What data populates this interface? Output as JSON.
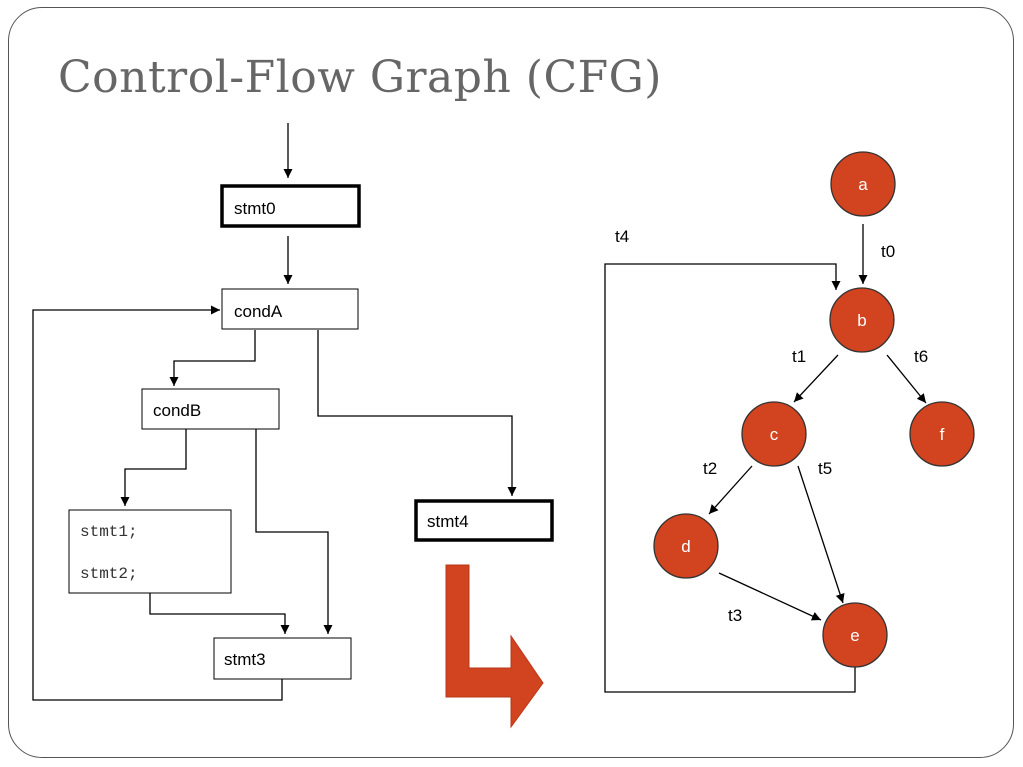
{
  "title": "Control-Flow Graph (CFG)",
  "colors": {
    "node_fill": "#D2431F",
    "big_arrow": "#D2431F",
    "node_stroke": "#333333",
    "title": "#666666"
  },
  "cfg": {
    "boxes": {
      "stmt0": "stmt0",
      "condA": "condA",
      "condB": "condB",
      "stmt1": "stmt1;",
      "stmt2": "stmt2;",
      "stmt3": "stmt3",
      "stmt4": "stmt4"
    }
  },
  "graph": {
    "nodes": {
      "a": "a",
      "b": "b",
      "c": "c",
      "d": "d",
      "e": "e",
      "f": "f"
    },
    "edges": {
      "t0": "t0",
      "t1": "t1",
      "t2": "t2",
      "t3": "t3",
      "t4": "t4",
      "t5": "t5",
      "t6": "t6"
    }
  }
}
